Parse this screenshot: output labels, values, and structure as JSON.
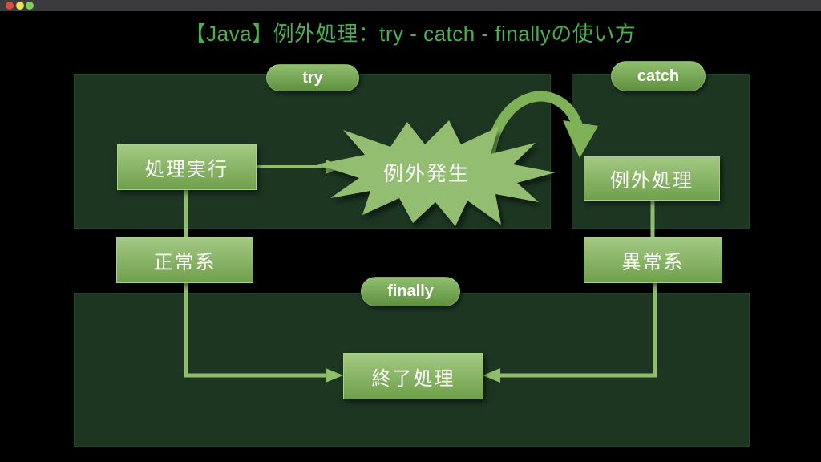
{
  "window": {
    "controls": [
      {
        "name": "close",
        "color": "#dd4a3f"
      },
      {
        "name": "minimize",
        "color": "#e6e253"
      },
      {
        "name": "zoom",
        "color": "#7ed24f"
      }
    ]
  },
  "slide": {
    "title": "【Java】例外処理：try - catch - finallyの使い方"
  },
  "diagram": {
    "sections": [
      {
        "label": "try"
      },
      {
        "label": "catch"
      },
      {
        "label": "finally"
      }
    ],
    "nodes": {
      "execute": "処理実行",
      "exception_occurs": "例外発生",
      "exception_handle": "例外処理",
      "normal_path": "正常系",
      "error_path": "異常系",
      "finish": "終了処理"
    },
    "colors": {
      "background": "#000000",
      "titlebar": "#3b3b3d",
      "title_text": "#4caf50",
      "region_fill": "#1c3622",
      "node_fill_top": "#a3c983",
      "node_fill_bottom": "#6fa04b",
      "pill_fill_top": "#90be6e",
      "pill_fill_bottom": "#5e9140",
      "connector": "#8fbd6b",
      "burst_fill": "#93be72",
      "node_text": "#ffffff"
    }
  }
}
